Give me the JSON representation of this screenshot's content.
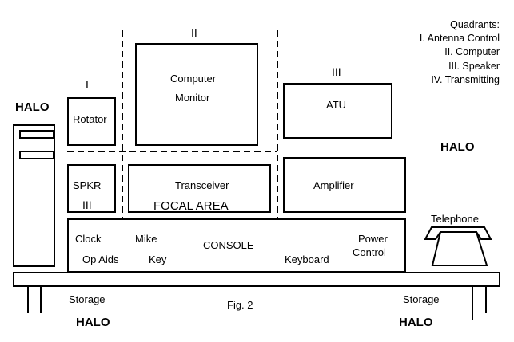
{
  "legend": {
    "title": "Quadrants:",
    "items": [
      "I.  Antenna Control",
      "II.  Computer",
      "III. Speaker",
      "IV. Transmitting"
    ]
  },
  "quadrant_labels": {
    "q1": "I",
    "q2": "II",
    "q3_top": "III",
    "q3_bottom": "III"
  },
  "halo_labels": {
    "top_left": "HALO",
    "right": "HALO",
    "bottom_left": "HALO",
    "bottom_right": "HALO"
  },
  "equipment": {
    "rotator": "Rotator",
    "monitor_line1": "Computer",
    "monitor_line2": "Monitor",
    "atu": "ATU",
    "speaker": "SPKR",
    "transceiver": "Transceiver",
    "focal_area": "FOCAL AREA",
    "amplifier": "Amplifier",
    "telephone": "Telephone"
  },
  "console": {
    "title": "CONSOLE",
    "clock": "Clock",
    "mike": "Mike",
    "op_aids": "Op Aids",
    "key": "Key",
    "keyboard": "Keyboard",
    "power_line1": "Power",
    "power_line2": "Control"
  },
  "desk": {
    "storage_left": "Storage",
    "storage_right": "Storage"
  },
  "caption": "Fig. 2"
}
